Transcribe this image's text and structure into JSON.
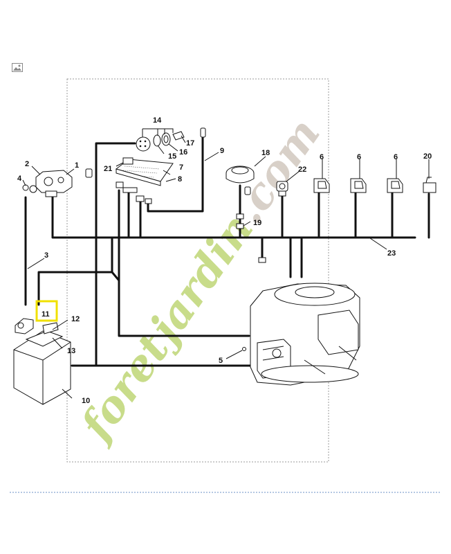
{
  "image_icon": "image-icon",
  "watermark": {
    "text_a": "foret",
    "text_b": "jardin",
    "text_c": ".com",
    "color_a": "#c8dc8a",
    "color_b": "#f4c9a0",
    "color_c": "#d8d0c8"
  },
  "highlight_color": "#f0e000",
  "callouts": {
    "c1": "1",
    "c2": "2",
    "c3": "3",
    "c4": "4",
    "c5": "5",
    "c6a": "6",
    "c6b": "6",
    "c6c": "6",
    "c7": "7",
    "c8": "8",
    "c9": "9",
    "c10": "10",
    "c11": "11",
    "c12": "12",
    "c13": "13",
    "c14": "14",
    "c15": "15",
    "c16": "16",
    "c17": "17",
    "c18": "18",
    "c19": "19",
    "c20": "20",
    "c21": "21",
    "c22": "22",
    "c23": "23"
  }
}
